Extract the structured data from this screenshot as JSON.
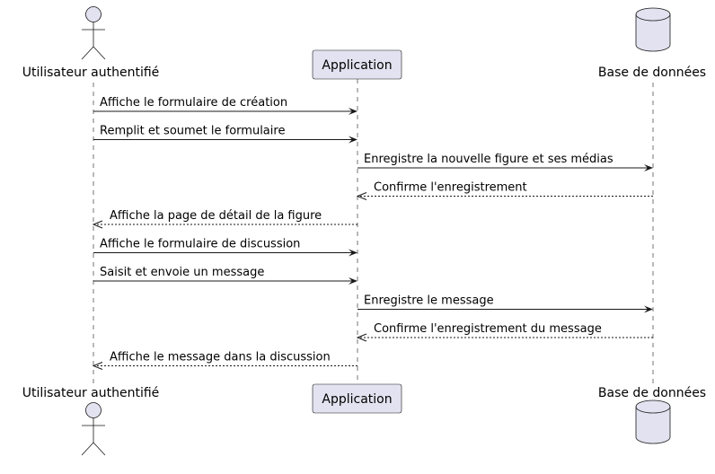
{
  "participants": {
    "user": {
      "name": "Utilisateur authentifié",
      "shape": "actor"
    },
    "app": {
      "name": "Application",
      "shape": "participant"
    },
    "db": {
      "name": "Base de données",
      "shape": "database"
    }
  },
  "messages": [
    {
      "text": "Affiche le formulaire de création",
      "from": "user",
      "to": "app",
      "style": "solid"
    },
    {
      "text": "Remplit et soumet le formulaire",
      "from": "user",
      "to": "app",
      "style": "solid"
    },
    {
      "text": "Enregistre la nouvelle figure et ses médias",
      "from": "app",
      "to": "db",
      "style": "solid"
    },
    {
      "text": "Confirme l'enregistrement",
      "from": "db",
      "to": "app",
      "style": "dashed"
    },
    {
      "text": "Affiche la page de détail de la figure",
      "from": "app",
      "to": "user",
      "style": "dashed"
    },
    {
      "text": "Affiche le formulaire de discussion",
      "from": "user",
      "to": "app",
      "style": "solid"
    },
    {
      "text": "Saisit et envoie un message",
      "from": "user",
      "to": "app",
      "style": "solid"
    },
    {
      "text": "Enregistre le message",
      "from": "app",
      "to": "db",
      "style": "solid"
    },
    {
      "text": "Confirme l'enregistrement du message",
      "from": "db",
      "to": "app",
      "style": "dashed"
    },
    {
      "text": "Affiche le message dans la discussion",
      "from": "app",
      "to": "user",
      "style": "dashed"
    }
  ],
  "colors": {
    "participant_fill": "#E2E2F0",
    "stroke": "#181818",
    "text": "#000000",
    "background": "#FFFFFF"
  }
}
